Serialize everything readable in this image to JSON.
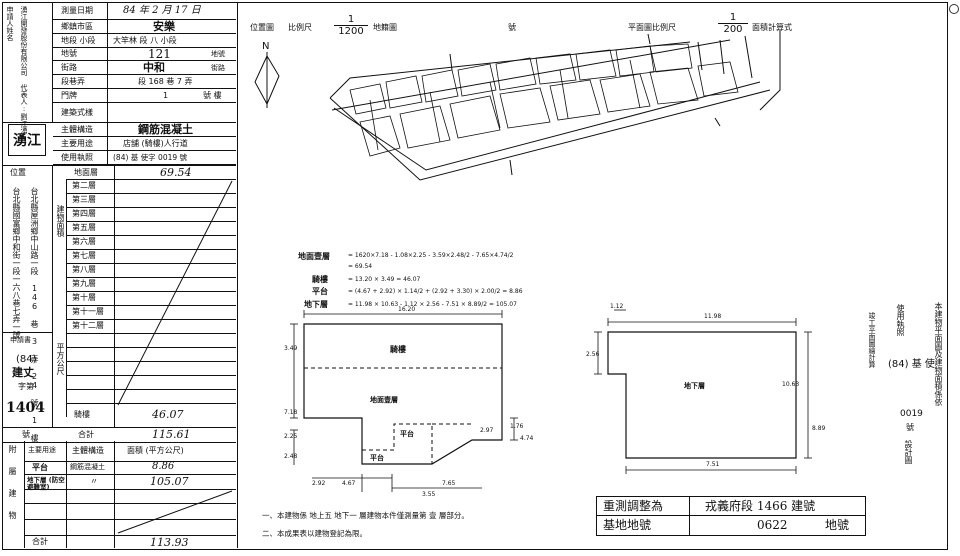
{
  "left_panel": {
    "applicant_label": "申請人姓名",
    "applicant_value": "湧江開發股份有限公司 代表人:劉江湧",
    "survey_date_label": "測量日期",
    "survey_date_value": "84 年 2 月 17 日",
    "district_label": "鄉鎮市區",
    "district_value": "安樂",
    "section_label": "地段 小段",
    "section_value": "大竿林 段 八 小段",
    "lot_label": "地號",
    "lot_value": "121",
    "lot_suffix": "地號",
    "road_label": "街路",
    "road_value": "中和",
    "road_suffix": "街路",
    "lane_label": "段巷弄",
    "lane_value": "段 168 巷 7 弄",
    "number_label": "門牌",
    "number_value": "1",
    "number_suffix": "號 樓",
    "building_type_label": "建築式樣",
    "structure_label": "主體構造",
    "structure_value": "鋼筋混凝土",
    "usage_label": "主要用途",
    "usage_value": "店舖 (騎樓)人行道",
    "permit_label": "使用執照",
    "permit_value": "(84) 基 使字 0019 號",
    "seal_text": "湧江",
    "location_label": "位置",
    "address_label": "台北縣國富鄉中和街一段一六八巷七弄一號",
    "address_value": "台北縣屋洲鄉中山路一段 146 巷 3 弄 24 號 1 樓",
    "ground_floor_label": "地面層",
    "ground_floor_value": "69.54",
    "floors": [
      "第二層",
      "第三層",
      "第四層",
      "第五層",
      "第六層",
      "第七層",
      "第八層",
      "第九層",
      "第十層",
      "第十一層",
      "第十二層"
    ],
    "area_group_label": "平方公尺",
    "building_area_label": "建物面積",
    "arcade_label": "騎樓",
    "arcade_value": "46.07",
    "total_label": "合計",
    "total_value": "115.61",
    "applicant_num_label": "申請書",
    "permit_year": "(84)",
    "permit_code": "建丈",
    "permit_word": "字第",
    "permit_number": "1404",
    "permit_suffix": "號",
    "annex_label": "附屬建物",
    "annex_header_use": "主要用途",
    "annex_header_structure": "主體構造",
    "annex_header_area": "面積 (平方公尺)",
    "annex_rows": [
      {
        "use": "平台",
        "structure": "鋼筋混凝土",
        "area": "8.86"
      },
      {
        "use": "地下層 (防空避難室)",
        "structure": "〃",
        "area": "105.07"
      }
    ],
    "annex_total_label": "合計",
    "annex_total_value": "113.93"
  },
  "header": {
    "location_map_label": "位置圖",
    "scale_label": "比例尺",
    "scale_num": "1",
    "scale_den": "1200",
    "map_label": "地籍圖",
    "number_label": "號",
    "floorplan_scale_label": "平面圖比例尺",
    "floorplan_scale_num": "1",
    "floorplan_scale_den": "200",
    "area_calc_label": "面積計算式",
    "north_label": "N"
  },
  "calc": {
    "ground_label": "地面壹層",
    "ground_formula": "= 1620×7.18 - 1.08×2.25 - 3.59×2.48/2 - 7.65×4.74/2",
    "ground_result": "= 69.54",
    "arcade_label": "騎樓",
    "arcade_formula": "= 13.20 × 3.49 = 46.07",
    "platform_label": "平台",
    "platform_formula": "= (4.67 + 2.92) × 1.14/2 + (2.92 + 3.30) × 2.00/2 = 8.86",
    "basement_label": "地下層",
    "basement_formula": "= 11.98 × 10.63 - 1.12 × 2.56 - 7.51 × 8.89/2 = 105.07"
  },
  "plan_left": {
    "arcade_label": "騎樓",
    "ground_label": "地面壹層",
    "platform_label": "平台",
    "dims": [
      "16.20",
      "3.49",
      "7.18",
      "2.25",
      "2.48",
      "1.76",
      "4.74",
      "2.97",
      "4.67",
      "2.92",
      "7.65",
      "3.55"
    ]
  },
  "plan_right": {
    "basement_label": "地下層",
    "dims": [
      "11.98",
      "2.56",
      "10.63",
      "8.89",
      "7.51",
      "1.12"
    ]
  },
  "right_notes": {
    "line1": "本建物平面圖及建物面積係依",
    "line2": "使用執照",
    "line3": "(84) 基 使",
    "line4": "0019",
    "line5": "號",
    "line6": "竣工平面圖繪計算",
    "line7": "設計圖"
  },
  "footer": {
    "note1": "一、本建物係 地上五 地下一 層建物本件僅測量第 壹 層部分。",
    "note2": "二、本成果表以建物登記為限。",
    "resurvey_label": "重測調整為",
    "resurvey_value": "戎義府段 1466 建號",
    "base_lot_label": "基地地號",
    "base_lot_value": "0622",
    "base_lot_suffix": "地號"
  }
}
